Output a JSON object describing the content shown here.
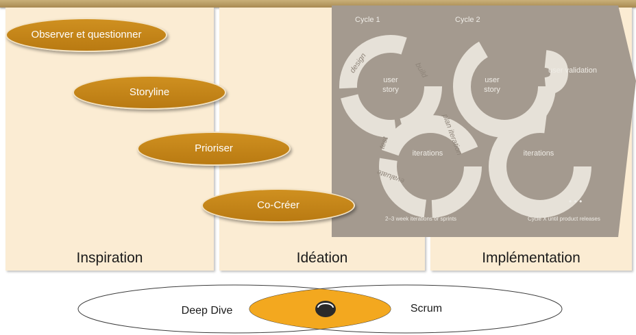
{
  "steps": [
    {
      "label": "Observer et questionner"
    },
    {
      "label": "Storyline"
    },
    {
      "label": "Prioriser"
    },
    {
      "label": "Co-Créer"
    }
  ],
  "phases": [
    "Inspiration",
    "Idéation",
    "Implémentation"
  ],
  "cycle_diagram": {
    "cycle1_title": "Cycle 1",
    "cycle2_title": "Cycle 2",
    "design": "design",
    "build": "build",
    "user": "user",
    "story": "story",
    "test": "test",
    "plan_iteration": "plan iteration",
    "evaluate": "evaluate",
    "iterations": "iterations",
    "user_validation": "user validation",
    "sprints_caption": "2–3 week iterations or sprints",
    "releases_caption": "Cycle X until product releases",
    "dots": "• • •"
  },
  "methods": {
    "left": "Deep Dive",
    "right": "Scrum"
  },
  "colors": {
    "panel": "#fbecd3",
    "step": "#c88918",
    "diagram_bg": "#a49a8f",
    "overlap": "#f3a81f"
  }
}
